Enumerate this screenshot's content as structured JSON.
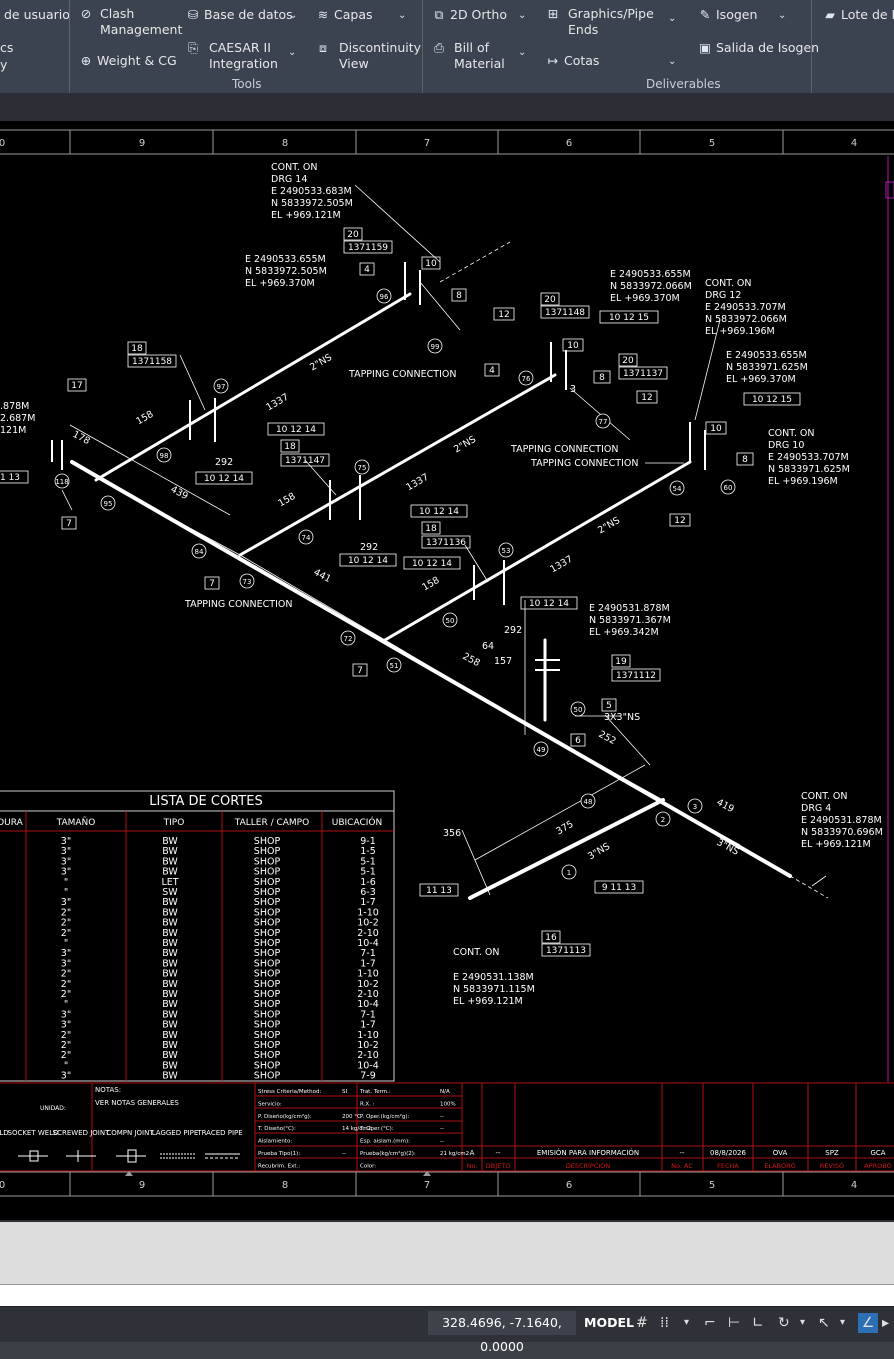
{
  "ribbon": {
    "items": [
      {
        "label": "de usuario"
      },
      {
        "label": "cs"
      },
      {
        "label": "y"
      },
      {
        "label": "Clash Management"
      },
      {
        "label": "Weight & CG"
      },
      {
        "label": "Base de datos"
      },
      {
        "label": "CAESAR II Integration"
      },
      {
        "label": "Capas"
      },
      {
        "label": "Discontinuity View"
      },
      {
        "label": "2D Ortho"
      },
      {
        "label": "Bill of Material"
      },
      {
        "label": "Graphics/Pipe Ends"
      },
      {
        "label": "Cotas"
      },
      {
        "label": "Isogen"
      },
      {
        "label": "Salida de Isogen"
      },
      {
        "label": "Lote de Is"
      }
    ],
    "groups": {
      "tools": "Tools",
      "deliverables": "Deliverables"
    }
  },
  "drawing": {
    "grid_top": [
      "0",
      "9",
      "8",
      "7",
      "6",
      "5",
      "4"
    ],
    "grid_bottom": [
      "0",
      "9",
      "8",
      "7",
      "6",
      "5",
      "4"
    ],
    "notes": [
      {
        "lines": [
          "CONT. ON",
          "DRG 14",
          "E 2490533.683M",
          "N 5833972.505M",
          "EL +969.121M"
        ]
      },
      {
        "lines": [
          "E 2490533.655M",
          "N 5833972.505M",
          "EL +969.370M"
        ]
      },
      {
        "lines": [
          "E 2490533.655M",
          "N 5833972.066M",
          "EL +969.370M"
        ]
      },
      {
        "lines": [
          "CONT. ON",
          "DRG 12",
          "E 2490533.707M",
          "N 5833972.066M",
          "EL +969.196M"
        ]
      },
      {
        "lines": [
          "E 2490533.655M",
          "N 5833971.625M",
          "EL +969.370M"
        ]
      },
      {
        "lines": [
          "CONT. ON",
          "DRG 10",
          "E 2490533.707M",
          "N 5833971.625M",
          "EL +969.196M"
        ]
      },
      {
        "lines": [
          ".878M",
          "2.687M",
          "121M"
        ]
      },
      {
        "lines": [
          "E 2490531.878M",
          "N 5833971.367M",
          "EL +969.342M"
        ]
      },
      {
        "lines": [
          "CONT. ON",
          "DRG 4",
          "E 2490531.878M",
          "N 5833970.696M",
          "EL +969.121M"
        ]
      },
      {
        "lines": [
          "CONT. ON"
        ]
      },
      {
        "lines": [
          "E 2490531.138M",
          "N 5833971.115M",
          "EL +969.121M"
        ]
      },
      {
        "lines": [
          "TAPPING CONNECTION"
        ]
      },
      {
        "lines": [
          "TAPPING CONNECTION"
        ]
      },
      {
        "lines": [
          "TAPPING CONNECTION"
        ]
      },
      {
        "lines": [
          "TAPPING CONNECTION"
        ]
      }
    ],
    "boxes": [
      "20",
      "1371159",
      "4",
      "10",
      "8",
      "12",
      "20",
      "1371148",
      "10 12 15",
      "4",
      "10",
      "8",
      "12",
      "20",
      "1371137",
      "10 12 15",
      "10",
      "8",
      "12",
      "18",
      "1371158",
      "17",
      "1 13",
      "10 12 14",
      "10 12 14",
      "7",
      "18",
      "1371147",
      "10 12 14",
      "10 12 14",
      "7",
      "18",
      "1371136",
      "10 12 14",
      "10 12 14",
      "7",
      "19",
      "1371112",
      "5",
      "6",
      "11 13",
      "9 11 13",
      "16",
      "1371113"
    ],
    "dims": [
      "158",
      "178",
      "1337",
      "292",
      "439",
      "158",
      "1337",
      "292",
      "441",
      "158",
      "1337",
      "292",
      "258",
      "64",
      "157",
      "252",
      "419",
      "375",
      "356",
      "2\"NS",
      "2\"NS",
      "2\"NS",
      "3\"NS",
      "3\"NS",
      "3X3\"NS"
    ],
    "circles": [
      "96",
      "99",
      "97",
      "98",
      "76",
      "77",
      "54",
      "60",
      "118",
      "95",
      "75",
      "74",
      "84",
      "73",
      "53",
      "50",
      "72",
      "51",
      "49",
      "50",
      "48",
      "2",
      "3",
      "1"
    ],
    "bubble_3": "3",
    "cut_list": {
      "title": "LISTA DE CORTES",
      "headers": [
        "DURA",
        "TAMAÑO",
        "TIPO",
        "TALLER / CAMPO",
        "UBICACIÓN"
      ],
      "rows": [
        [
          "3\"",
          "BW",
          "SHOP",
          "9-1"
        ],
        [
          "3\"",
          "BW",
          "SHOP",
          "1-5"
        ],
        [
          "3\"",
          "BW",
          "SHOP",
          "5-1"
        ],
        [
          "3\"",
          "BW",
          "SHOP",
          "5-1"
        ],
        [
          "\"",
          "LET",
          "SHOP",
          "1-6"
        ],
        [
          "\"",
          "SW",
          "SHOP",
          "6-3"
        ],
        [
          "3\"",
          "BW",
          "SHOP",
          "1-7"
        ],
        [
          "2\"",
          "BW",
          "SHOP",
          "1-10"
        ],
        [
          "2\"",
          "BW",
          "SHOP",
          "10-2"
        ],
        [
          "2\"",
          "BW",
          "SHOP",
          "2-10"
        ],
        [
          "\"",
          "BW",
          "SHOP",
          "10-4"
        ],
        [
          "3\"",
          "BW",
          "SHOP",
          "7-1"
        ],
        [
          "3\"",
          "BW",
          "SHOP",
          "1-7"
        ],
        [
          "2\"",
          "BW",
          "SHOP",
          "1-10"
        ],
        [
          "2\"",
          "BW",
          "SHOP",
          "10-2"
        ],
        [
          "2\"",
          "BW",
          "SHOP",
          "2-10"
        ],
        [
          "\"",
          "BW",
          "SHOP",
          "10-4"
        ],
        [
          "3\"",
          "BW",
          "SHOP",
          "7-1"
        ],
        [
          "3\"",
          "BW",
          "SHOP",
          "1-7"
        ],
        [
          "2\"",
          "BW",
          "SHOP",
          "1-10"
        ],
        [
          "2\"",
          "BW",
          "SHOP",
          "10-2"
        ],
        [
          "2\"",
          "BW",
          "SHOP",
          "2-10"
        ],
        [
          "\"",
          "BW",
          "SHOP",
          "10-4"
        ],
        [
          "3\"",
          "BW",
          "SHOP",
          "7-9"
        ]
      ]
    },
    "title_block": {
      "notas": "NOTAS:",
      "ver_notas": "VER NOTAS GENERALES",
      "unidad": "UNIDAD:",
      "symbols": [
        "LD",
        "SOCKET\nWELD",
        "SCREWED\nJOINT",
        "COMPN\nJOINT",
        "LAGGED\nPIPE",
        "TRACED\nPIPE"
      ],
      "params": [
        [
          "Stress Criteria/Method:",
          "SI",
          "Trat. Term.:",
          "N/A"
        ],
        [
          "Servicio:",
          "",
          "R.X. :",
          "100%"
        ],
        [
          "P. Diseño(kg/cm²g):",
          "200 °C",
          "P. Oper.(kg/cm²g):",
          "--"
        ],
        [
          "T. Diseño(°C):",
          "14 kg/cm2",
          "T. Oper.(°C):",
          "--"
        ],
        [
          "Aislamiento:",
          "",
          "Esp. aislam.(mm):",
          "--"
        ],
        [
          "Prueba Tipo(1):",
          "--",
          "Prueba(kg/cm²g)(2):",
          "21 kg/cm2"
        ],
        [
          "Recubrim. Ext.:",
          "",
          "Color:",
          ""
        ]
      ],
      "revision": {
        "rev": "A",
        "obj": "--",
        "desc": "EMISIÓN PARA INFORMACIÓN",
        "ac": "--",
        "fecha": "08/8/2026",
        "elaboro": "OVA",
        "reviso": "SPZ",
        "aprobo": "GCA"
      },
      "rev_headers": [
        "No.",
        "OBJETO",
        "DESCRIPCIÓN",
        "No. AC",
        "FECHA",
        "ELABORÓ",
        "REVISÓ",
        "APROBÓ"
      ]
    }
  },
  "status": {
    "coords": "328.4696, -7.1640, 0.0000",
    "space": "MODEL"
  }
}
